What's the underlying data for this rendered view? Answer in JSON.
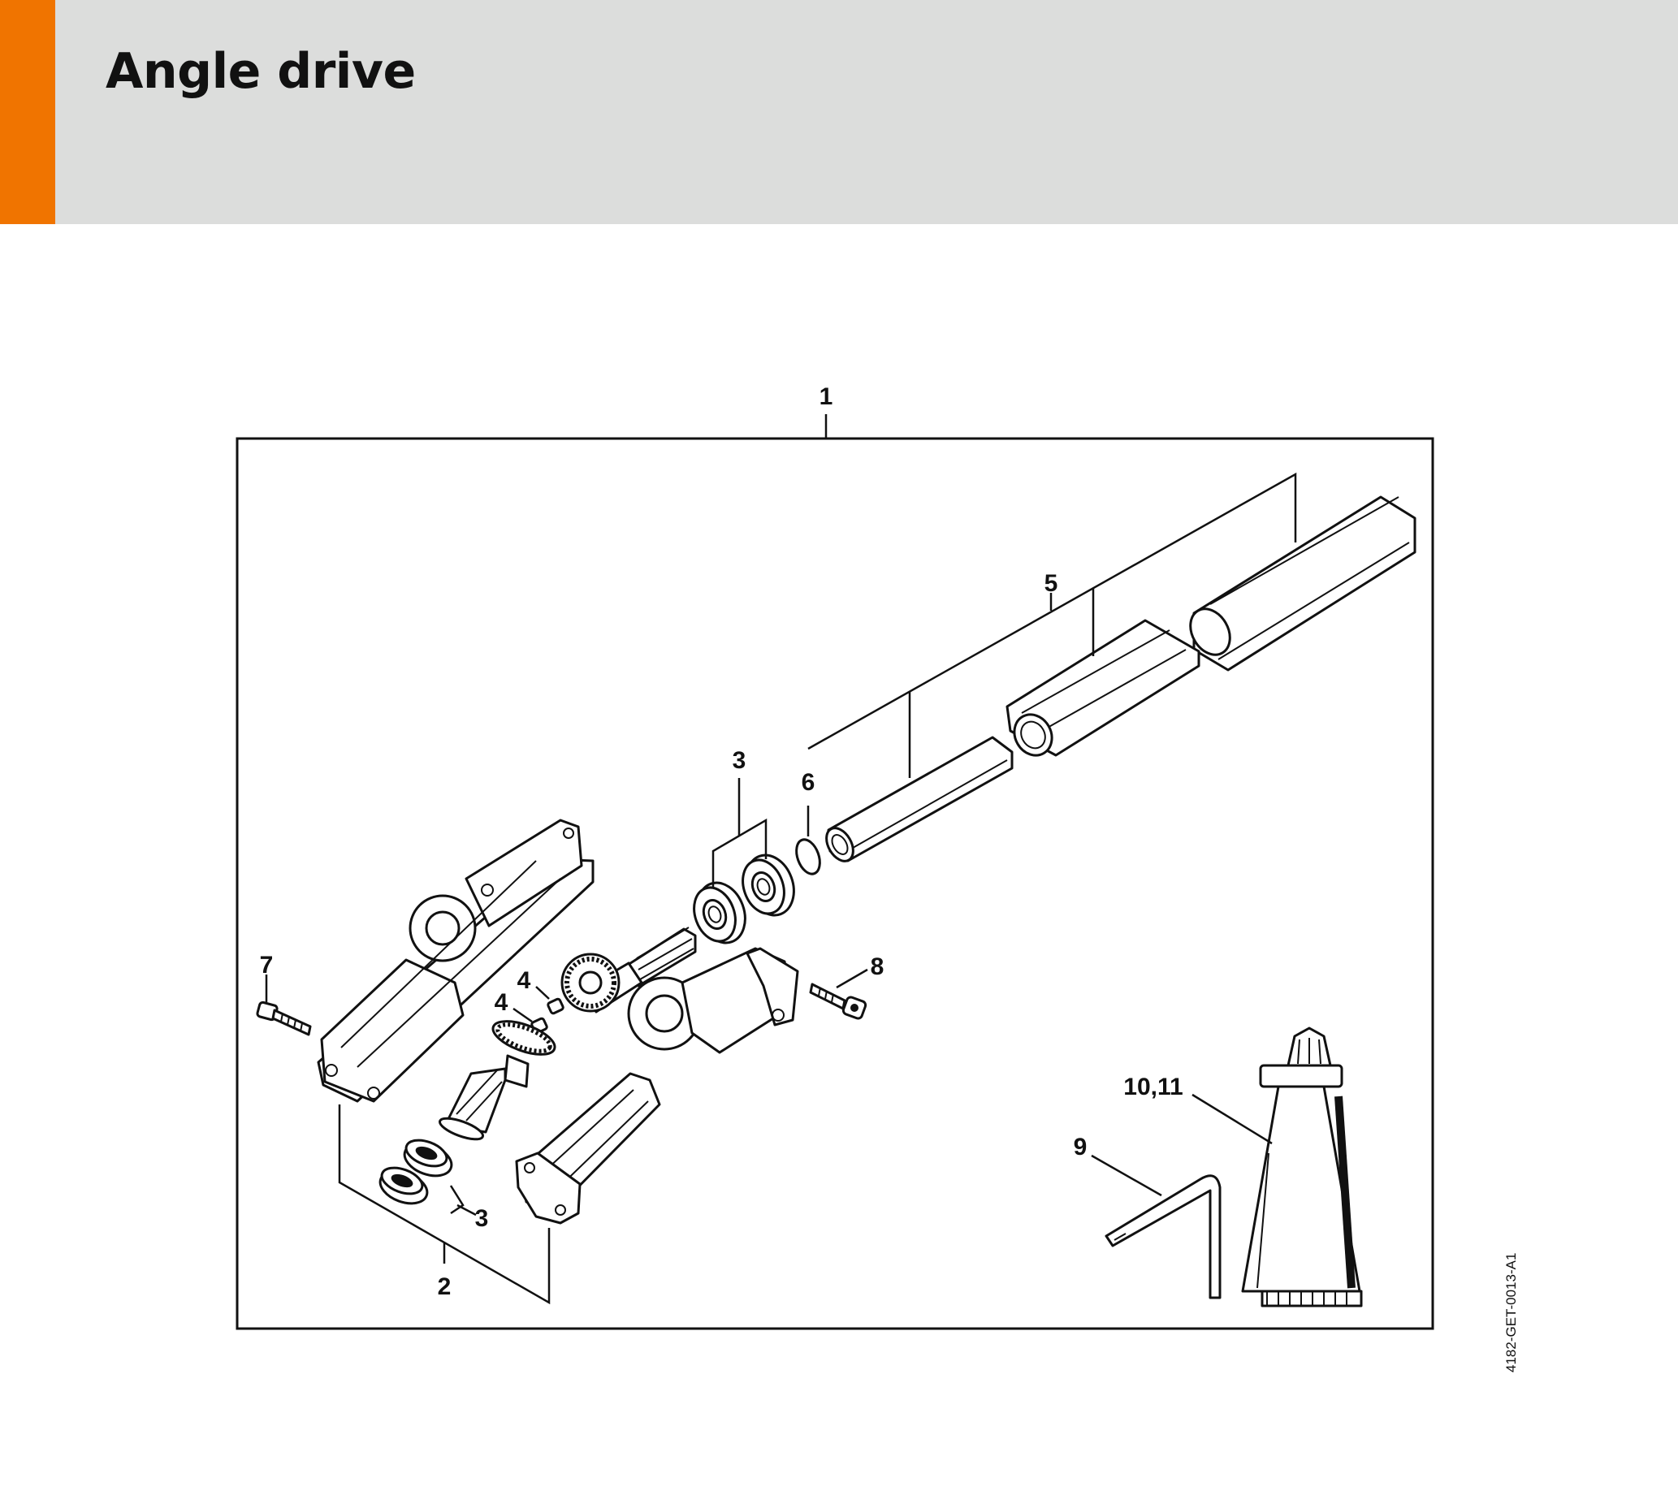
{
  "header": {
    "title": "Angle drive",
    "accent_color": "#f07400",
    "background_color": "#dcdddc"
  },
  "diagram": {
    "reference_code": "4182-GET-0013-A1",
    "callouts": {
      "c1": "1",
      "c2": "2",
      "c3_top": "3",
      "c3_bottom": "3",
      "c4_upper": "4",
      "c4_lower": "4",
      "c5": "5",
      "c6": "6",
      "c7": "7",
      "c8": "8",
      "c9": "9",
      "c10_11": "10,11"
    }
  }
}
